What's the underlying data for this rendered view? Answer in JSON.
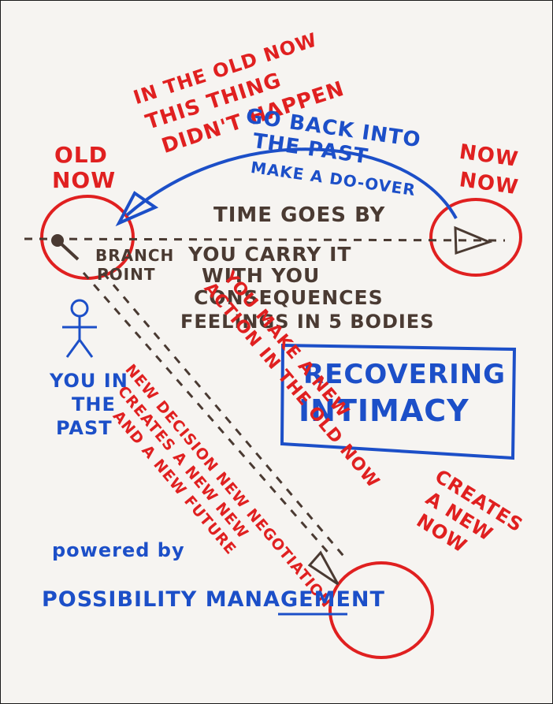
{
  "title_box": {
    "line1": "RECOVERING",
    "line2": "INTIMACY"
  },
  "labels": {
    "old_now": [
      "OLD",
      "NOW"
    ],
    "now_now": [
      "NOW",
      "NOW"
    ],
    "in_old_now": [
      "IN THE OLD NOW",
      "THIS THING",
      "DIDN'T HAPPEN"
    ],
    "go_back": [
      "GO BACK INTO",
      "THE PAST",
      "MAKE A DO-OVER"
    ],
    "time_goes_by": "TIME GOES BY",
    "branch_point": [
      "BRANCH",
      "POINT"
    ],
    "carry_it": [
      "YOU CARRY IT",
      "WITH YOU",
      "CONSEQUENCES",
      "FEELINGS IN 5 BODIES"
    ],
    "you_in_past": [
      "YOU IN",
      "THE",
      "PAST"
    ],
    "new_action": [
      "YOU MAKE A NEW",
      "ACTION IN THE OLD NOW"
    ],
    "new_decision": [
      "NEW DECISION NEW NEGOTIATION",
      "CREATES A NEW NEW",
      "AND A NEW FUTURE"
    ],
    "creates_new_now": [
      "CREATES",
      "A NEW",
      "NOW"
    ],
    "powered_by": "powered by",
    "brand": "POSSIBILITY MANAGEMENT"
  },
  "colors": {
    "red": "#e02020",
    "blue": "#1c4fc8",
    "brown": "#4a3a32",
    "board": "#f6f4f1"
  },
  "icons": [
    "stick-figure-icon",
    "arrowhead-icon"
  ]
}
